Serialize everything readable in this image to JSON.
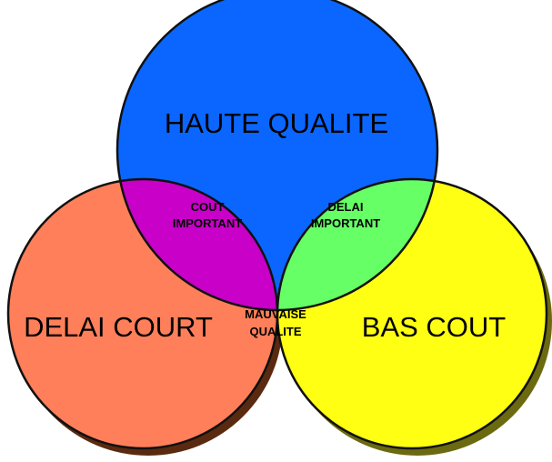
{
  "diagram": {
    "circles": {
      "top": {
        "label": "HAUTE QUALITE",
        "color": "#0a66ff"
      },
      "left": {
        "label": "DELAI COURT",
        "color": "#ff7f5a"
      },
      "right": {
        "label": "BAS COUT",
        "color": "#ffff14"
      }
    },
    "overlaps": {
      "top_left": {
        "line1": "COUT",
        "line2": "IMPORTANT",
        "color": "#c800c8"
      },
      "top_right": {
        "line1": "DELAI",
        "line2": "IMPORTANT",
        "color": "#66ff66"
      },
      "left_right": {
        "line1": "MAUVAISE",
        "line2": "QUALITE",
        "color": "#ffaa00"
      }
    },
    "center": {
      "color": "#ffffff"
    }
  }
}
